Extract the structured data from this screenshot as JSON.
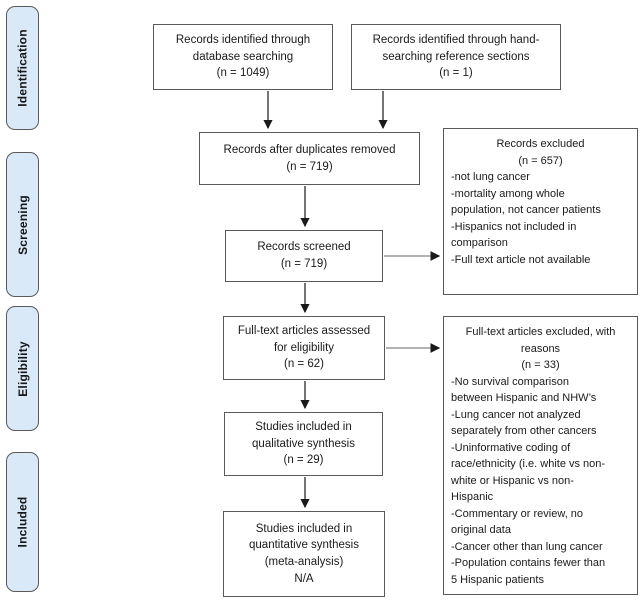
{
  "diagram_type": "prisma-flow-diagram",
  "sidebar": {
    "items": [
      {
        "label": "Identification"
      },
      {
        "label": "Screening"
      },
      {
        "label": "Eligibility"
      },
      {
        "label": "Included"
      }
    ]
  },
  "boxes": {
    "db_search": {
      "text": "Records identified through\ndatabase searching\n(n = 1049)"
    },
    "hand_search": {
      "text": "Records identified through hand-\nsearching reference sections\n(n = 1)"
    },
    "duplicates_removed": {
      "text": "Records after duplicates removed\n(n = 719)"
    },
    "records_excluded": {
      "title": "Records excluded\n(n = 657)",
      "body": "-not lung cancer\n-mortality among whole\npopulation, not cancer patients\n-Hispanics not included in\ncomparison\n-Full text article not available"
    },
    "records_screened": {
      "text": "Records screened\n(n = 719)"
    },
    "fulltext_assessed": {
      "text": "Full-text articles assessed\nfor eligibility\n(n = 62)"
    },
    "fulltext_excluded": {
      "title": "Full-text articles excluded, with\nreasons\n(n = 33)",
      "body": "-No survival comparison\nbetween Hispanic and NHW’s\n-Lung cancer not analyzed\nseparately from other cancers\n-Uninformative coding of\nrace/ethnicity (i.e. white vs non-\nwhite or Hispanic vs non-\nHispanic\n-Commentary or review, no\noriginal data\n-Cancer other than lung cancer\n-Population contains fewer than\n5 Hispanic patients"
    },
    "qualitative": {
      "text": "Studies included in\nqualitative synthesis\n(n = 29)"
    },
    "quantitative": {
      "text": "Studies included in\nquantitative synthesis\n(meta-analysis)\nN/A"
    }
  },
  "colors": {
    "tab_fill": "#d9e9f8",
    "box_border": "#595959",
    "arrow_black": "#1a1a1a",
    "connector_gray": "#9a9a9a",
    "background": "#ffffff"
  }
}
